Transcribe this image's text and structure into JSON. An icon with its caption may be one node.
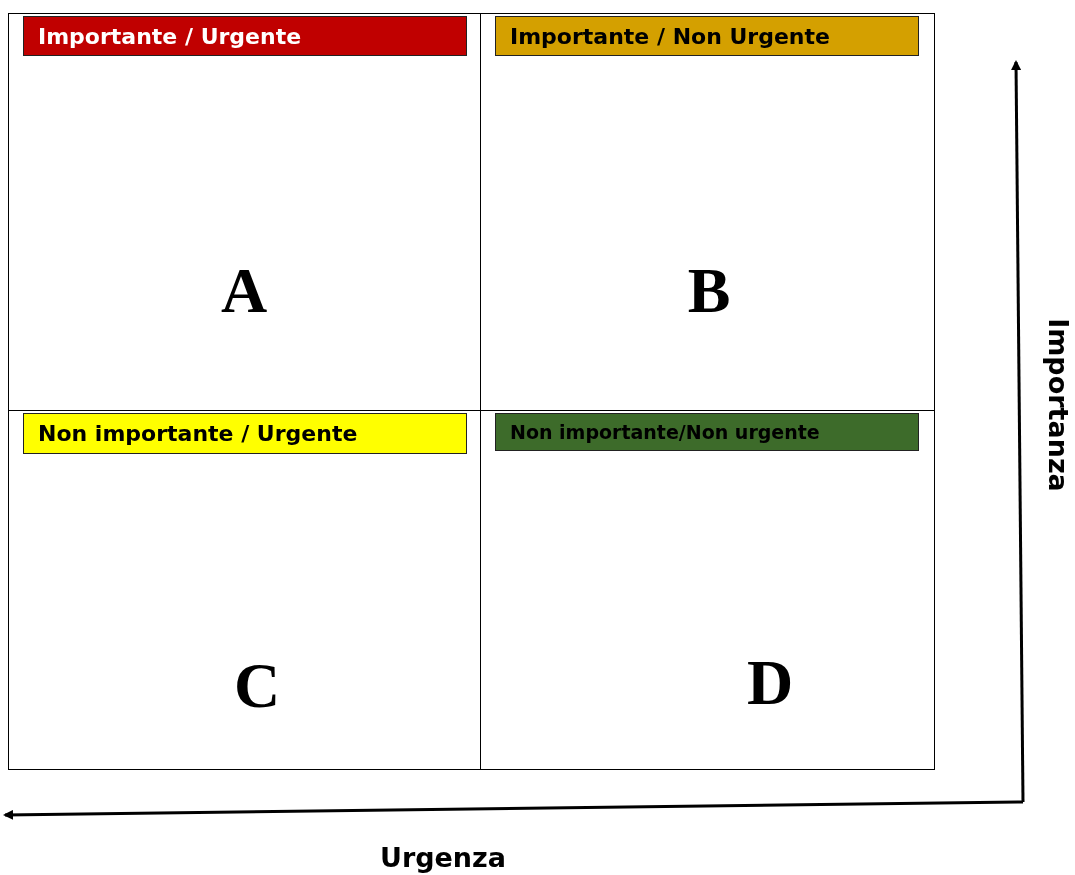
{
  "diagram": {
    "nodes": [
      {
        "text": [
          "A"
        ]
      },
      {
        "text": [
          "Importante / Urgente"
        ],
        "in": 0
      },
      {
        "text": [
          "B"
        ]
      },
      {
        "text": [
          "Importante / Non Urgente"
        ],
        "in": 2
      },
      {
        "text": [
          "C"
        ]
      },
      {
        "text": [
          "Non importante / Urgente"
        ],
        "in": 4
      },
      {
        "text": [
          "D"
        ]
      },
      {
        "text": [
          "Non importante/Non urgente"
        ],
        "in": 6
      }
    ],
    "edges": [],
    "labels": [
      "Importanza",
      "Urgenza"
    ]
  }
}
